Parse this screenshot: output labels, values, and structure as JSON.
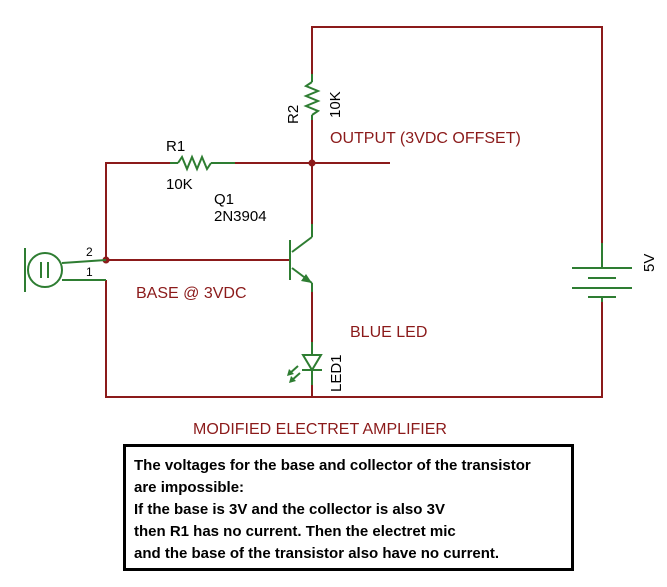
{
  "colors": {
    "wire": "#8b1a1a",
    "component": "#2e7d32",
    "text": "#000000",
    "label_red": "#8b1a1a"
  },
  "labels": {
    "r1_ref": "R1",
    "r1_value": "10K",
    "r2_ref": "R2",
    "r2_value": "10K",
    "q1_ref": "Q1",
    "q1_part": "2N3904",
    "pin2": "2",
    "pin1": "1",
    "battery_value": "5V",
    "led_ref": "LED1",
    "output": "OUTPUT (3VDC OFFSET)",
    "base": "BASE @ 3VDC",
    "blue_led": "BLUE LED",
    "title": "MODIFIED ELECTRET AMPLIFIER"
  },
  "note": {
    "lines": [
      "The voltages for the base and collector of the transistor",
      "are impossible:",
      "If the base is 3V and the collector is also 3V",
      "then R1 has no current. Then the electret mic",
      "and the base of the transistor also have no current."
    ]
  }
}
